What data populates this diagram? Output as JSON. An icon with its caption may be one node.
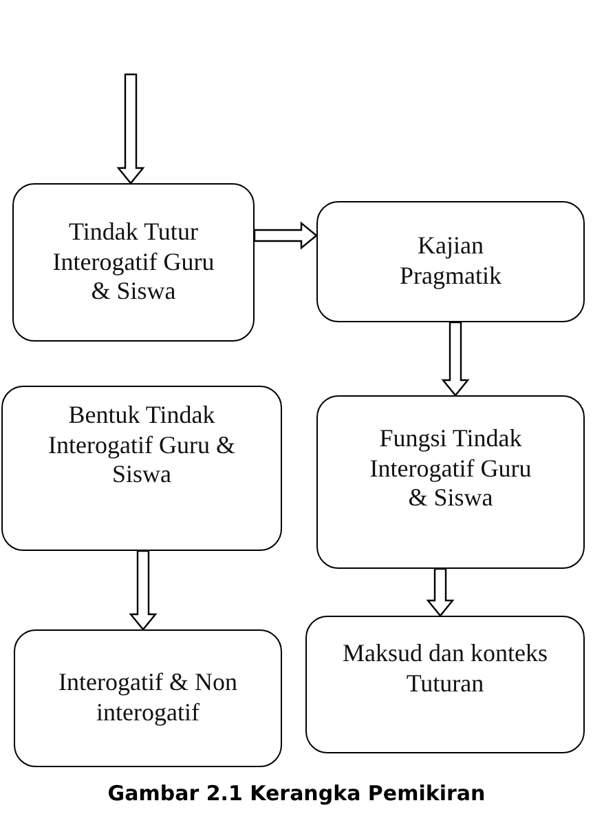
{
  "diagram": {
    "caption": "Gambar 2.1 Kerangka Pemikiran",
    "nodes": [
      {
        "text": [
          "Tindak Tutur Interogatif Guru & Siswa"
        ]
      },
      {
        "text": [
          "Kajian Pragmatik"
        ]
      },
      {
        "text": [
          "Bentuk Tindak Interogatif Guru & Siswa"
        ]
      },
      {
        "text": [
          "Fungsi Tindak Interogatif Guru & Siswa"
        ]
      },
      {
        "text": [
          "Interogatif & Non interogatif"
        ]
      },
      {
        "text": [
          "Maksud dan konteks Tuturan"
        ]
      }
    ],
    "edges": [
      {
        "from": null,
        "to": 0,
        "arrow": "to"
      },
      {
        "from": 0,
        "to": 1,
        "arrow": "to"
      },
      {
        "from": 1,
        "to": 3,
        "arrow": "to"
      },
      {
        "from": 2,
        "to": 4,
        "arrow": "to"
      },
      {
        "from": 3,
        "to": 5,
        "arrow": "to"
      }
    ]
  }
}
